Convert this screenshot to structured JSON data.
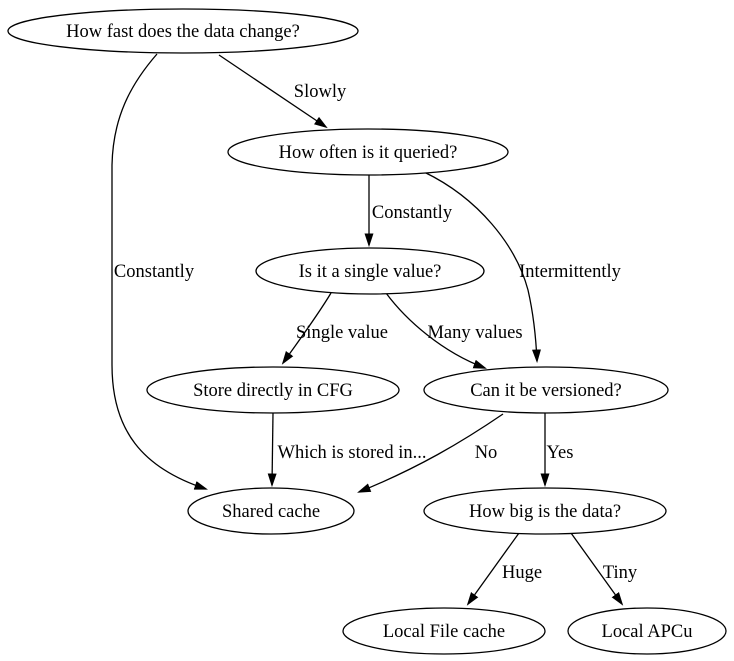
{
  "diagram": {
    "type": "decision-tree-flowchart",
    "colors": {
      "background": "#ffffff",
      "line": "#000000",
      "text": "#000000",
      "node_fill": "#ffffff"
    },
    "nodes": [
      {
        "id": "how-fast",
        "label": "How fast does the data change?"
      },
      {
        "id": "how-often",
        "label": "How often is it queried?"
      },
      {
        "id": "single-value",
        "label": "Is it a single value?"
      },
      {
        "id": "store-cfg",
        "label": "Store directly in CFG"
      },
      {
        "id": "versioned",
        "label": "Can it be versioned?"
      },
      {
        "id": "shared-cache",
        "label": "Shared cache"
      },
      {
        "id": "how-big",
        "label": "How big is the data?"
      },
      {
        "id": "file-cache",
        "label": "Local File cache"
      },
      {
        "id": "apcu",
        "label": "Local APCu"
      }
    ],
    "edges": [
      {
        "from": "how-fast",
        "to": "how-often",
        "label": "Slowly"
      },
      {
        "from": "how-fast",
        "to": "shared-cache",
        "label": "Constantly"
      },
      {
        "from": "how-often",
        "to": "single-value",
        "label": "Constantly"
      },
      {
        "from": "how-often",
        "to": "versioned",
        "label": "Intermittently"
      },
      {
        "from": "single-value",
        "to": "store-cfg",
        "label": "Single value"
      },
      {
        "from": "single-value",
        "to": "versioned",
        "label": "Many values"
      },
      {
        "from": "store-cfg",
        "to": "shared-cache",
        "label": "Which is stored in..."
      },
      {
        "from": "versioned",
        "to": "shared-cache",
        "label": "No"
      },
      {
        "from": "versioned",
        "to": "how-big",
        "label": "Yes"
      },
      {
        "from": "how-big",
        "to": "file-cache",
        "label": "Huge"
      },
      {
        "from": "how-big",
        "to": "apcu",
        "label": "Tiny"
      }
    ]
  }
}
